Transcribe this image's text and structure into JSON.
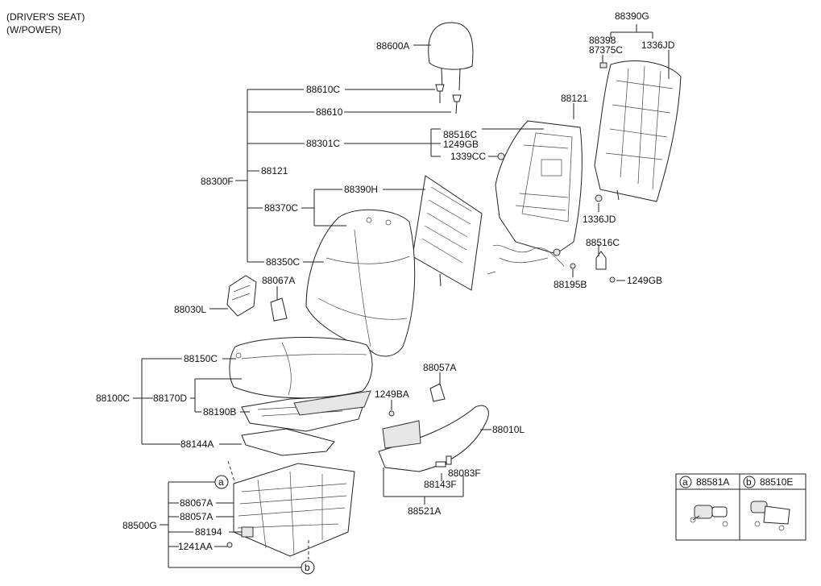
{
  "header": {
    "line1": "(DRIVER'S SEAT)",
    "line2": "(W/POWER)"
  },
  "labels": {
    "l_88390G": "88390G",
    "l_88398": "88398",
    "l_87375C": "87375C",
    "l_1336JD_top": "1336JD",
    "l_88600A": "88600A",
    "l_88610C": "88610C",
    "l_88610": "88610",
    "l_88121_top": "88121",
    "l_88516C_top": "88516C",
    "l_1249GB_top": "1249GB",
    "l_1339CC": "1339CC",
    "l_88301C": "88301C",
    "l_88121_left": "88121",
    "l_88300F": "88300F",
    "l_88390H": "88390H",
    "l_88370C": "88370C",
    "l_1336JD_low": "1336JD",
    "l_88516C_low": "88516C",
    "l_88195B": "88195B",
    "l_1249GB_low": "1249GB",
    "l_88350C": "88350C",
    "l_88067A_top": "88067A",
    "l_88030L": "88030L",
    "l_88150C": "88150C",
    "l_88057A_top": "88057A",
    "l_88100C": "88100C",
    "l_88170D": "88170D",
    "l_1249BA": "1249BA",
    "l_88190B": "88190B",
    "l_88010L": "88010L",
    "l_88144A": "88144A",
    "l_88083F": "88083F",
    "l_88143F": "88143F",
    "l_88521A": "88521A",
    "l_88067A_low": "88067A",
    "l_88057A_low": "88057A",
    "l_88500G": "88500G",
    "l_88194": "88194",
    "l_1241AA": "1241AA"
  },
  "callouts": {
    "a": "a",
    "b": "b"
  },
  "legend": {
    "a_letter": "a",
    "a_part": "88581A",
    "b_letter": "b",
    "b_part": "88510E"
  }
}
